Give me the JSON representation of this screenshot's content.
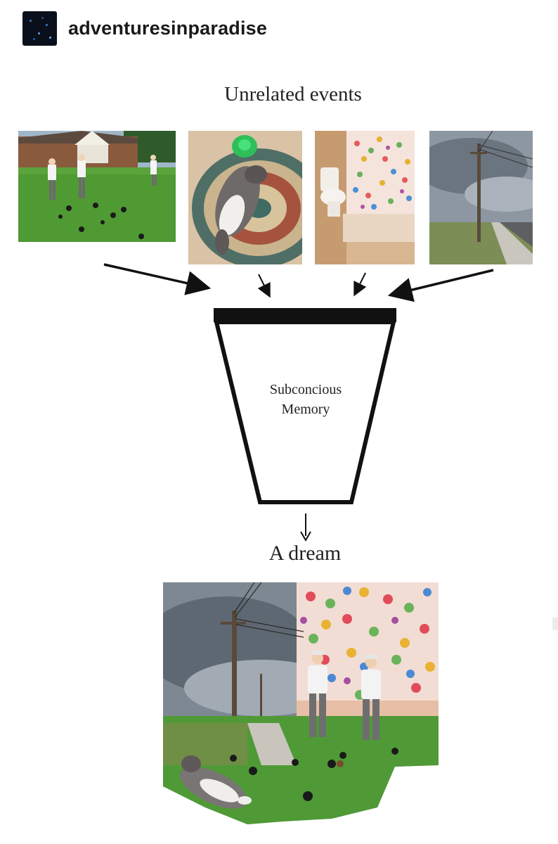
{
  "post": {
    "username": "adventuresinparadise",
    "avatar_icon": "starfield-avatar-icon"
  },
  "diagram": {
    "title": "Unrelated events",
    "photos": [
      {
        "name": "lawn-bowling-photo",
        "description_icon": "bowling-green-icon"
      },
      {
        "name": "cat-on-rug-photo",
        "description_icon": "cat-icon"
      },
      {
        "name": "bathroom-photo",
        "description_icon": "toilet-icon"
      },
      {
        "name": "power-lines-road-photo",
        "description_icon": "utility-pole-icon"
      }
    ],
    "funnel_label_line1": "Subconcious",
    "funnel_label_line2": "Memory",
    "result_label": "A dream",
    "colors": {
      "ink": "#111111",
      "grass": "#4f8f2f",
      "sky": "#6f7b87",
      "shower_curtain": "#f3ddd6"
    }
  }
}
